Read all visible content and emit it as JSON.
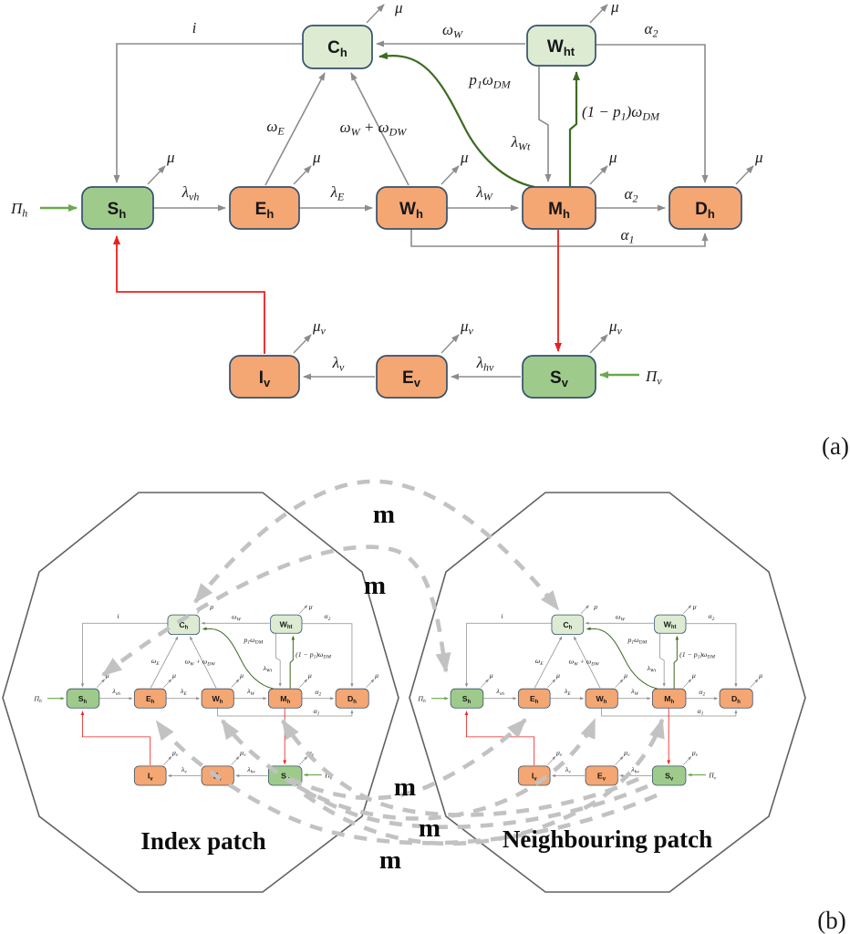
{
  "figure": {
    "panel_a_tag": "(a)",
    "panel_b_tag": "(b)"
  },
  "panel_b": {
    "index_patch": "Index patch",
    "neighbouring_patch": "Neighbouring patch",
    "migration": "m"
  },
  "nodes": {
    "Ch": {
      "m": "C",
      "s": "h"
    },
    "Wht": {
      "m": "W",
      "s": "ht"
    },
    "Sh": {
      "m": "S",
      "s": "h"
    },
    "Eh": {
      "m": "E",
      "s": "h"
    },
    "Wh": {
      "m": "W",
      "s": "h"
    },
    "Mh": {
      "m": "M",
      "s": "h"
    },
    "Dh": {
      "m": "D",
      "s": "h"
    },
    "Iv": {
      "m": "I",
      "s": "v"
    },
    "Ev": {
      "m": "E",
      "s": "v"
    },
    "Sv": {
      "m": "S",
      "s": "v"
    }
  },
  "labels": {
    "i": "i",
    "mu": "μ",
    "mu_v": {
      "m": "μ",
      "s": "v"
    },
    "pi_h": {
      "m": "Π",
      "s": "h"
    },
    "pi_v": {
      "m": "Π",
      "s": "v"
    },
    "lambda_vh": {
      "m": "λ",
      "s": "vh"
    },
    "lambda_E": {
      "m": "λ",
      "s": "E"
    },
    "lambda_W": {
      "m": "λ",
      "s": "W"
    },
    "lambda_Wt": {
      "m": "λ",
      "s": "Wt"
    },
    "lambda_v": {
      "m": "λ",
      "s": "v"
    },
    "lambda_hv": {
      "m": "λ",
      "s": "hv"
    },
    "alpha_1": {
      "m": "α",
      "s": "1"
    },
    "alpha_2": {
      "m": "α",
      "s": "2"
    },
    "omega_E": {
      "m": "ω",
      "s": "E"
    },
    "omega_W": {
      "m": "ω",
      "s": "W"
    },
    "omega_sum": {
      "m1": "ω",
      "s1": "W",
      "mid": " + ",
      "m2": "ω",
      "s2": "DW"
    },
    "p1_omega_DM": {
      "m1": "p",
      "s1": "1",
      "m2": "ω",
      "s2": "DM"
    },
    "one_minus_p1_omega_DM": {
      "m1": "(1 − p",
      "s1": "1",
      "m2": ")ω",
      "s2": "DM"
    }
  },
  "colors": {
    "infected_box": "#f4a673",
    "susceptible_box": "#9ecb8b",
    "recovered_box": "#dcebd2",
    "box_border": "#37506b",
    "flow_arrow": "#8c8c8c",
    "recruitment_arrow": "#6aa84f",
    "treatment_arrow": "#3c6b21",
    "transmission_arrow": "#ee1d1d",
    "migration_arrow": "#c2c2c2"
  }
}
